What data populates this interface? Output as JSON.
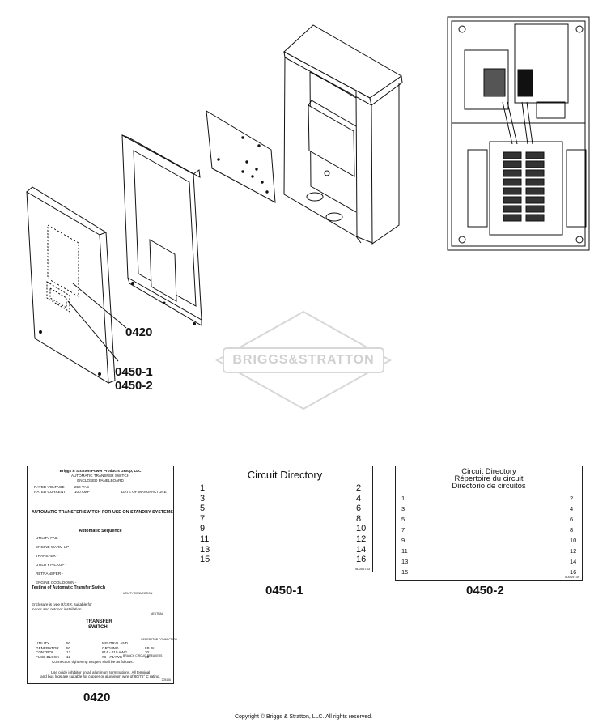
{
  "callouts": {
    "cover_panel": "0420",
    "label_1": "0450-1",
    "label_2": "0450-2"
  },
  "watermark": "BRIGGS&STRATTON",
  "bottom_labels": {
    "decal": "0420",
    "directory_1": "0450-1",
    "directory_2": "0450-2"
  },
  "decal": {
    "company": "Briggs & Stratton Power Products Group, LLC",
    "product_line1": "AUTOMATIC TRANSFER SWITCH",
    "product_line2": "ENCLOSED PANELBOARD",
    "rated_voltage_label": "RATED VOLTAGE",
    "rated_voltage_value": "250 VAC",
    "rated_current_label": "RATED CURRENT",
    "rated_current_value": "100 AMP",
    "date_label": "DATE OF MANUFACTURE",
    "heading": "AUTOMATIC TRANSFER SWITCH FOR USE ON STANDBY SYSTEMS",
    "sequence_heading": "Automatic Sequence",
    "seq_utility_fail": "UTILITY FAIL -",
    "seq_engine_warm": "ENGINE WARM-UP -",
    "seq_transfer": "TRANSFER -",
    "seq_utility_pickup": "UTILITY PICKUP -",
    "seq_retransfer": "RETRANSFER -",
    "seq_engine_cool": "ENGINE COOL DOWN -",
    "testing_heading": "Testing of Automatic Transfer Switch",
    "enclosure": "Enclosure is type R/3XR, suitable for indoor and outdoor installation",
    "transfer_switch_label1": "TRANSFER",
    "transfer_switch_label2": "SWITCH",
    "utility_connection": "UTILITY CONNECTION",
    "neutral": "NEUTRAL",
    "generator_connection": "GENERATOR CONNECTION",
    "branch_circuit": "BRANCH CIRCUIT BREAKERS",
    "torque_heading": "Connection tightening torques shall be as follows:",
    "torque_rows": [
      [
        "UTILITY",
        "50",
        "NEUTRAL AND",
        ""
      ],
      [
        "GENERATOR",
        "50",
        "GROUND",
        "LB IN"
      ],
      [
        "CONTROL",
        "12",
        "#14 - #10 AWG",
        "20"
      ],
      [
        "FUSE BLOCK",
        "12",
        "#8 - #4AWG",
        "35"
      ]
    ],
    "footer1": "Use oxide inhibitor on all aluminum terminations. All terminal",
    "footer2": "and bus lugs are suitable for copper or aluminum wire of 60/75° C rating.",
    "code": "205106"
  },
  "directory_1": {
    "title": "Circuit Directory",
    "left_numbers": [
      "1",
      "3",
      "5",
      "7",
      "9",
      "11",
      "13",
      "15"
    ],
    "right_numbers": [
      "2",
      "4",
      "6",
      "8",
      "10",
      "12",
      "14",
      "16"
    ],
    "code": "80006733"
  },
  "directory_2": {
    "title_en": "Circuit Directory",
    "title_fr": "Répertoire du circuit",
    "title_es": "Directorio de circuitos",
    "left_numbers": [
      "1",
      "3",
      "5",
      "7",
      "9",
      "11",
      "13",
      "15"
    ],
    "right_numbers": [
      "2",
      "4",
      "6",
      "8",
      "10",
      "12",
      "14",
      "16"
    ],
    "code": "80019739"
  },
  "copyright": "Copyright © Briggs & Stratton, LLC. All rights reserved."
}
